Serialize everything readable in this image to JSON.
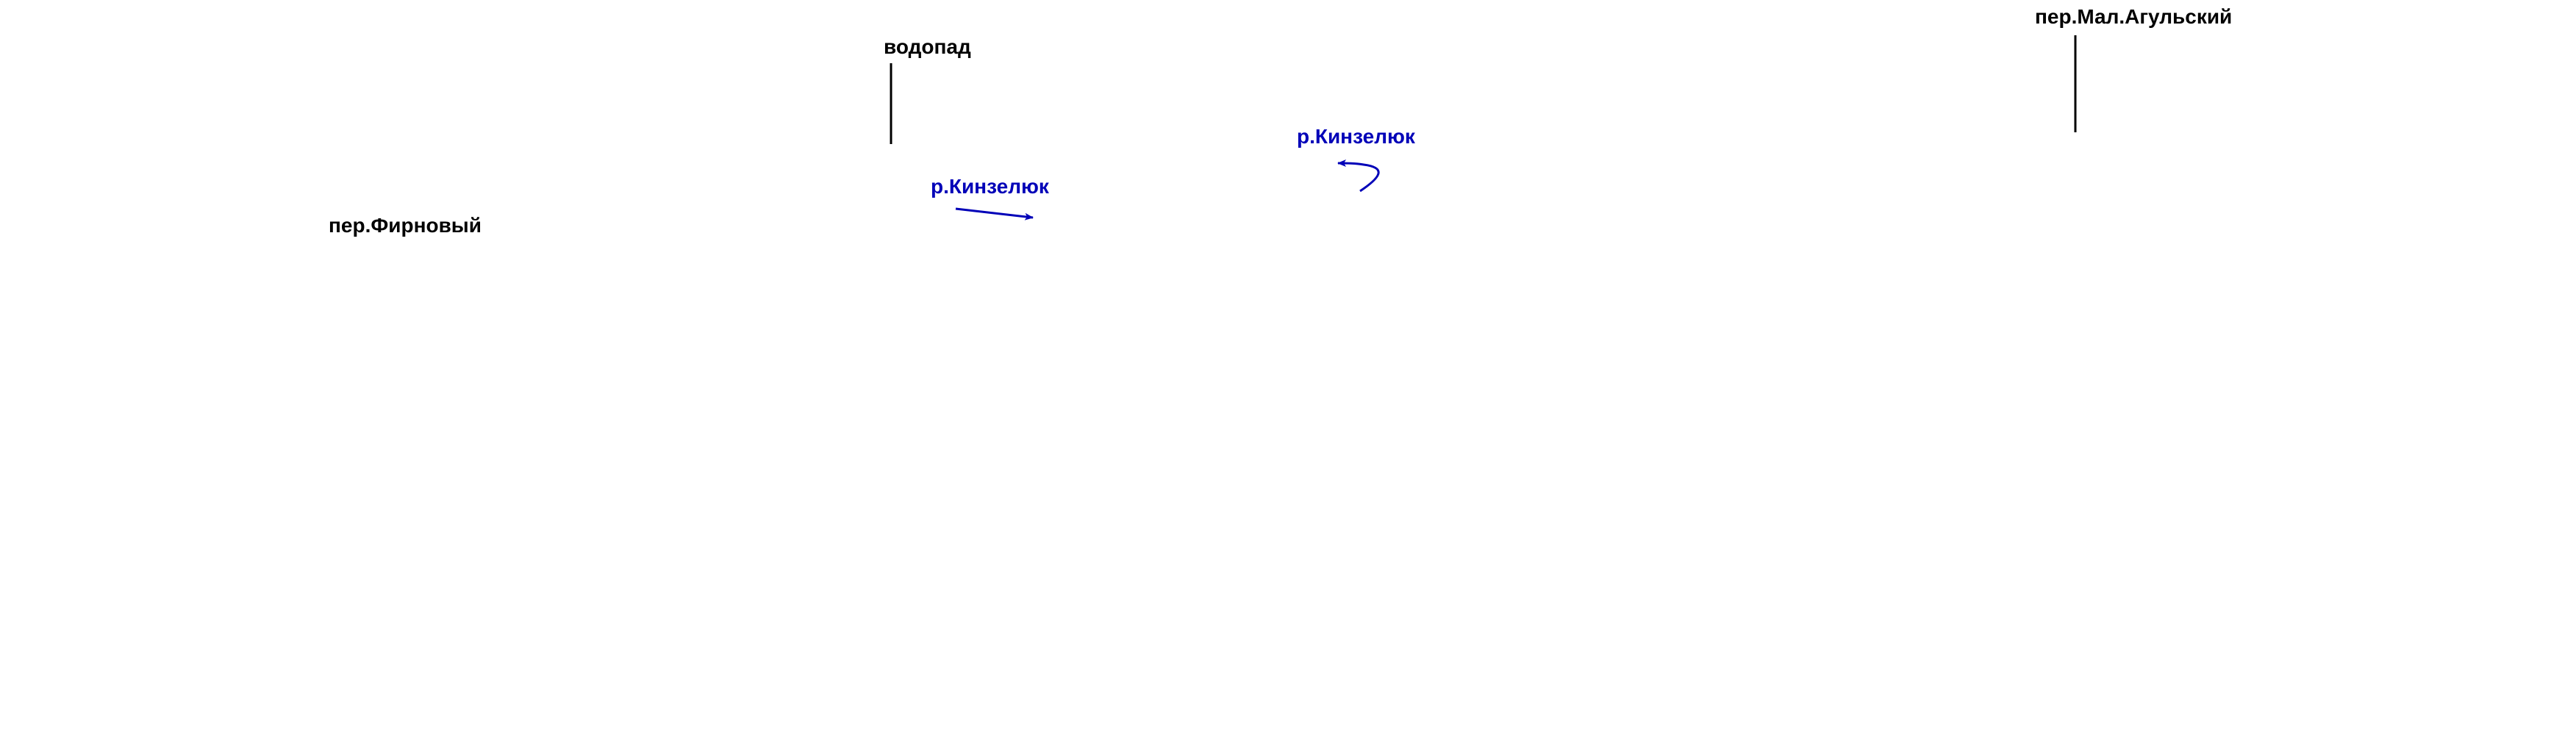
{
  "map": {
    "labels": {
      "waterfall": "водопад",
      "pass_mal_agulsky": "пер.Мал.Агульский",
      "river_kinzelyuk_upper": "р.Кинзелюк",
      "river_kinzelyuk_lower": "р.Кинзелюк",
      "pass_firnovy": "пер.Фирновый"
    },
    "colors": {
      "pass_text": "#000000",
      "river_text": "#0000b8",
      "river_arrow": "#0000b8",
      "leader_line": "#000000",
      "background": "#ffffff"
    }
  }
}
